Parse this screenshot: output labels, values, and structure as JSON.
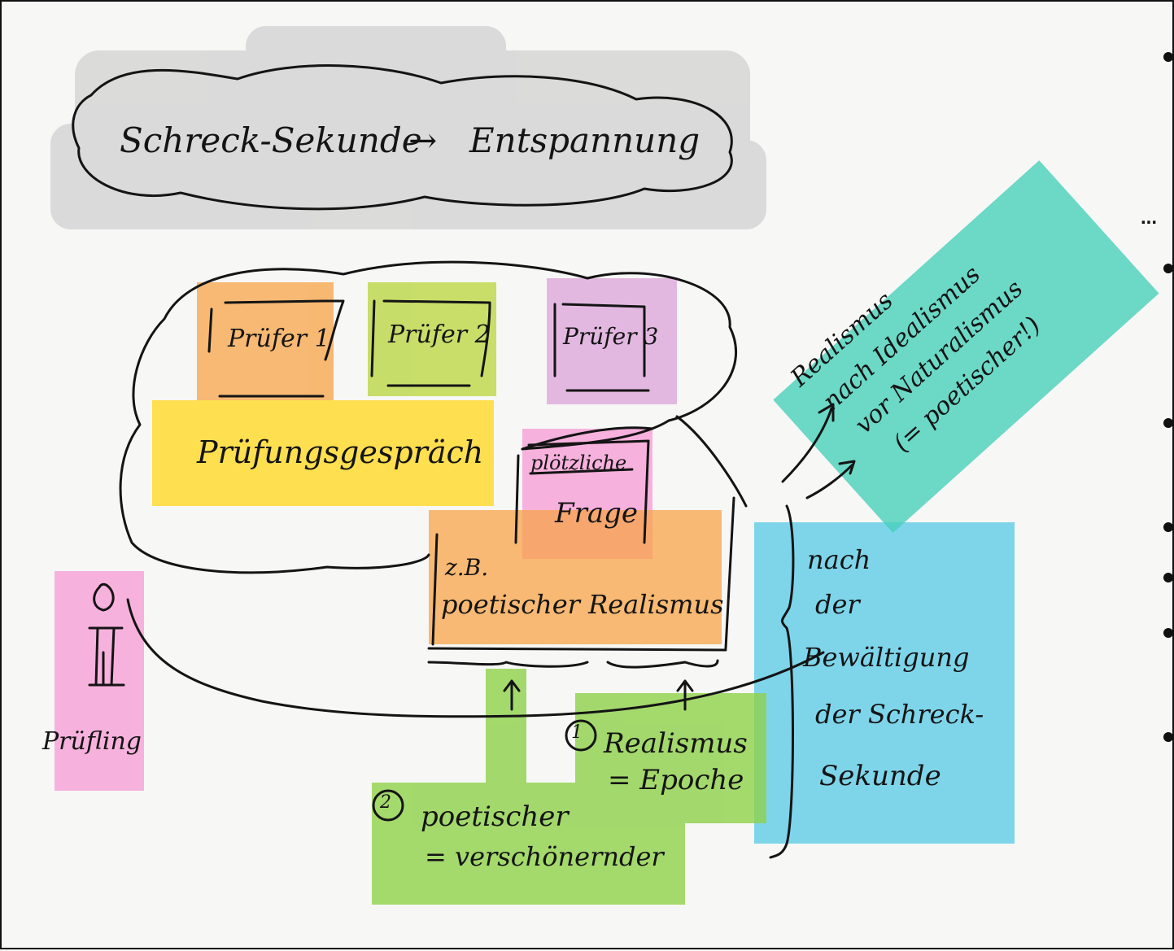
{
  "colors": {
    "gray": "#b9b9b9",
    "orange": "#f7a447",
    "olive": "#b8d53a",
    "violet": "#dba3d8",
    "yellow": "#ffd826",
    "pink": "#f79ad4",
    "teal": "#45cfb8",
    "cyan": "#56c9e6",
    "green": "#8fd14a"
  },
  "cloud": {
    "from": "Schreck-Sekunde",
    "arrow": "→",
    "to": "Entspannung"
  },
  "examiners": [
    "Prüfer 1",
    "Prüfer 2",
    "Prüfer 3"
  ],
  "conversation": "Prüfungsgespräch",
  "question": {
    "line1": "plötzliche",
    "line2": "Frage"
  },
  "example": {
    "prefix": "z.B.",
    "text": "poetischer Realismus"
  },
  "candidate": "Prüfling",
  "definitions": {
    "one": {
      "number": "1",
      "term": "Realismus",
      "meaning": "= Epoche"
    },
    "two": {
      "number": "2",
      "term": "poetischer",
      "meaning": "= verschönernder"
    }
  },
  "diagonal_note": {
    "line1": "Realismus",
    "line2": "nach Idealismus",
    "line3": "vor Naturalismus",
    "line4": "(= poetischer!)"
  },
  "after_note": [
    "nach",
    "der",
    "Bewältigung",
    "der Schreck-",
    "Sekunde"
  ],
  "side_ellipsis": "..."
}
